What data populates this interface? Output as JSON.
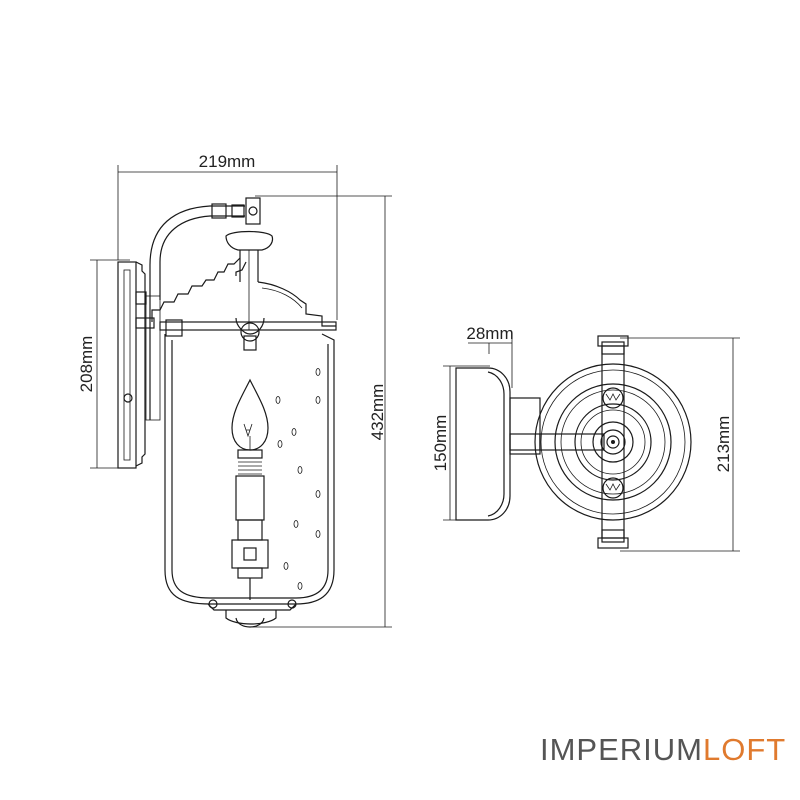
{
  "dimensions": {
    "width_front": "219mm",
    "height_backplate": "208mm",
    "height_total": "432mm",
    "depth_backplate": "28mm",
    "height_side_plate": "150mm",
    "height_side_total": "213mm"
  },
  "brand": {
    "part1": "IMPERIUM",
    "part2": "LOFT",
    "color_part1": "#555555",
    "color_part2": "#e07a2e"
  }
}
